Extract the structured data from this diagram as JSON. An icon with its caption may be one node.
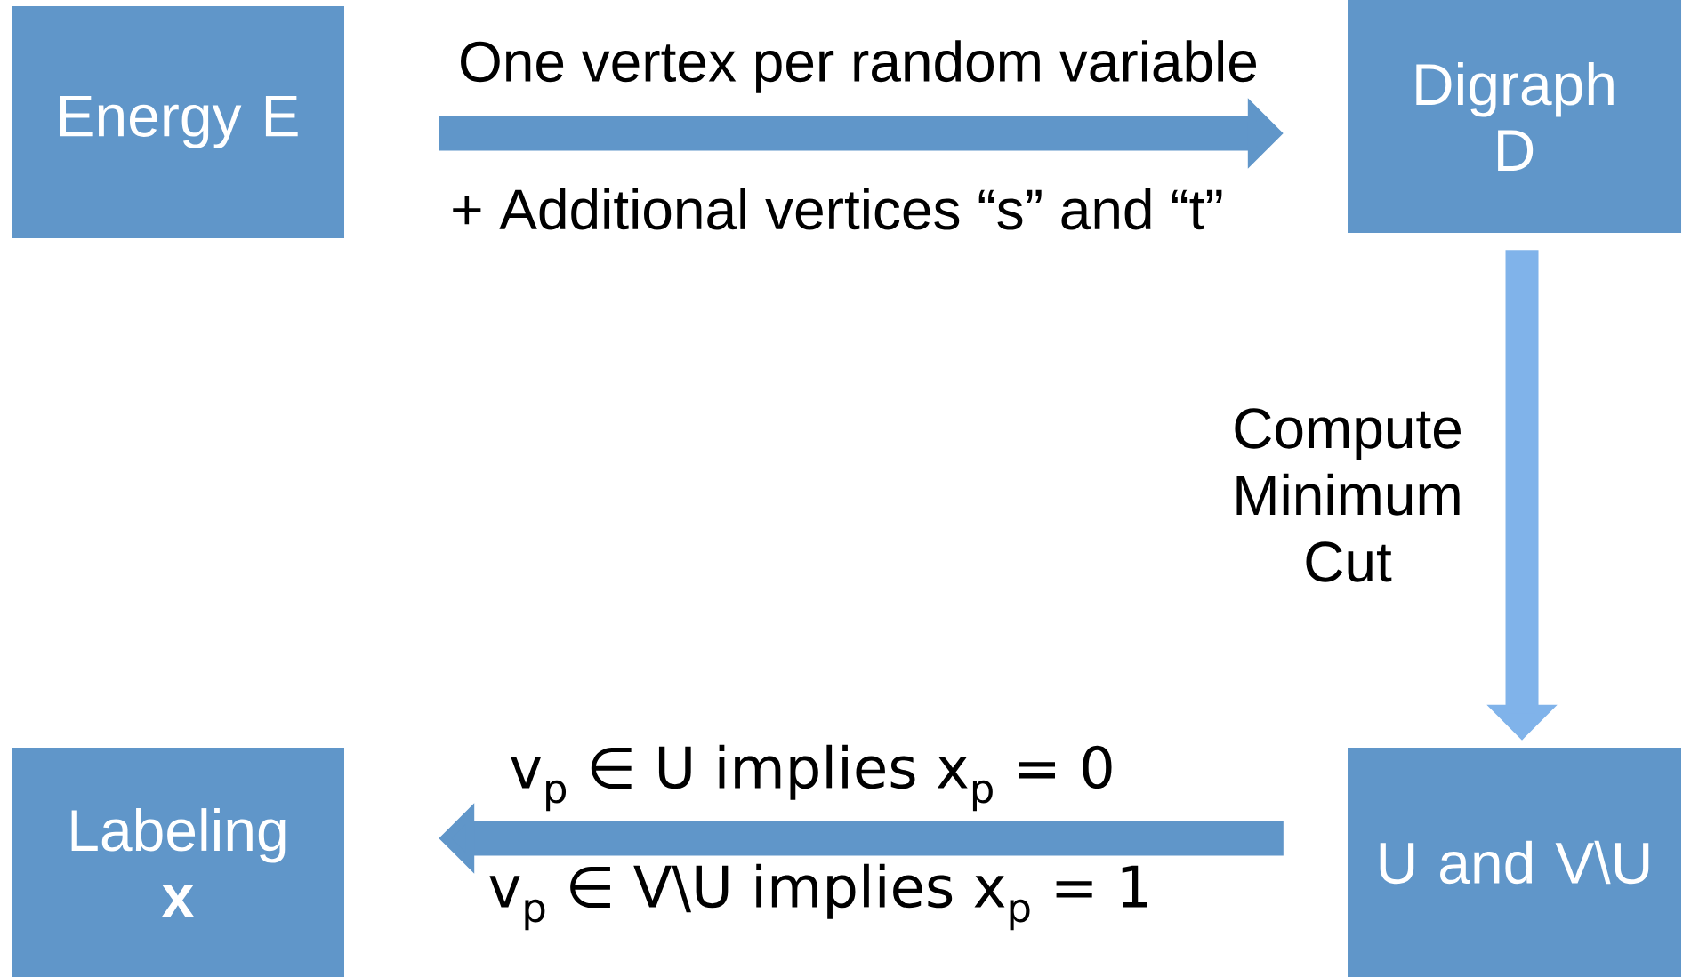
{
  "diagram": {
    "nodes": [
      {
        "text": [
          "Energy E"
        ]
      },
      {
        "text": [
          "Digraph D"
        ]
      },
      {
        "text": [
          "U and V\\U"
        ]
      },
      {
        "text": [
          "Labeling **x**"
        ]
      }
    ],
    "edges": [
      {
        "from": 0,
        "to": 1,
        "arrow": "to",
        "label": "One vertex per random variable"
      },
      {
        "from": 1,
        "to": 2,
        "arrow": "to",
        "label": "Compute Minimum Cut",
        "color": "#80b3ea"
      },
      {
        "from": 2,
        "to": 3,
        "arrow": "to",
        "label": "v$_{p}$ ∈ U implies x$_{p}$ = 0"
      }
    ],
    "labels": [
      "+ Additional vertices “s” and “t”",
      "v$_{p}$ ∈ V\\U implies x$_{p}$ = 1"
    ]
  }
}
